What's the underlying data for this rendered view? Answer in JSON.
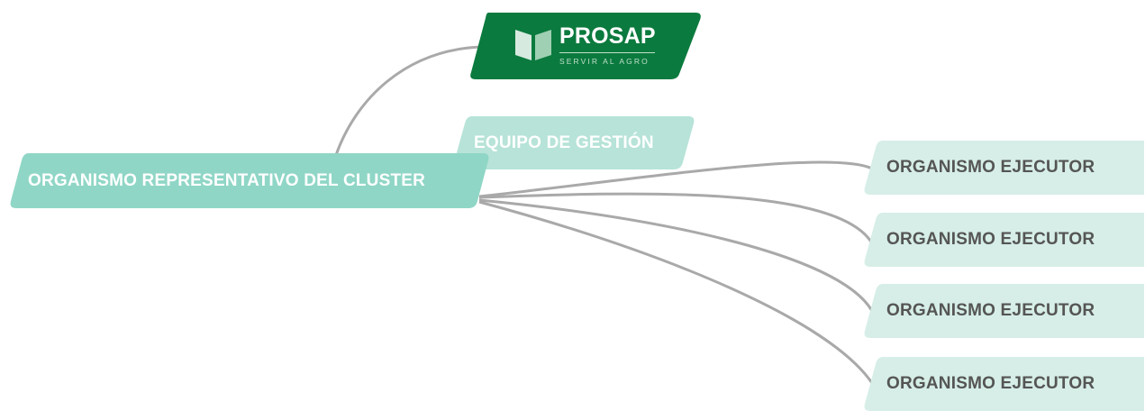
{
  "logo": {
    "brand": "PROSAP",
    "tagline": "SERVIR AL AGRO",
    "icon": "prosap-book-icon"
  },
  "root": {
    "label": "ORGANISMO REPRESENTATIVO DEL CLUSTER"
  },
  "team": {
    "label": "EQUIPO DE GESTIÓN"
  },
  "executors": [
    {
      "label": "ORGANISMO EJECUTOR"
    },
    {
      "label": "ORGANISMO EJECUTOR"
    },
    {
      "label": "ORGANISMO EJECUTOR"
    },
    {
      "label": "ORGANISMO EJECUTOR"
    }
  ],
  "colors": {
    "logo_bg": "#0b7a3e",
    "root_bg": "#8fd6c6",
    "team_bg": "#b7e3d8",
    "executor_bg": "#d6eee7",
    "connector": "#a9a9a9"
  }
}
